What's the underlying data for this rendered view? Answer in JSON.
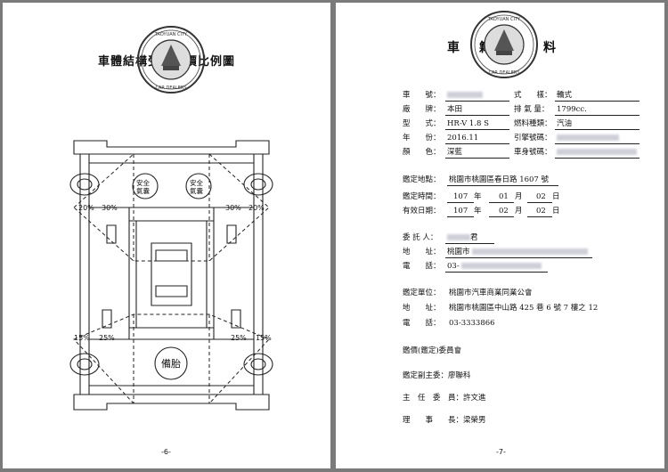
{
  "left_page": {
    "title": "車體結構受損折價比例圖",
    "seal_text": "TAOYUAN CITY CAR DEALERS ASSOCIATION",
    "page_number": "-6-",
    "labels": {
      "airbag_left": "安全氣囊",
      "airbag_right": "安全氣囊",
      "spare_tire": "備胎",
      "pct_front_left_outer": "20%",
      "pct_front_left_inner": "30%",
      "pct_front_right_inner": "30%",
      "pct_front_right_outer": "20%",
      "pct_rear_left_outer": "15%",
      "pct_rear_left_inner": "25%",
      "pct_rear_right_inner": "25%",
      "pct_rear_right_outer": "15%"
    }
  },
  "right_page": {
    "title": "車籍資料",
    "page_number": "-7-",
    "vehicle": {
      "plate_label": "車　　號：",
      "style_label": "式　　樣：",
      "style_value": "轎式",
      "brand_label": "廠　　牌：",
      "brand_value": "本田",
      "displacement_label": "排 氣 量：",
      "displacement_value": "1799cc.",
      "model_label": "型　　式：",
      "model_value": "HR-V 1.8 S",
      "fuel_label": "燃料種類：",
      "fuel_value": "汽油",
      "year_label": "年　　份：",
      "year_value": "2016.11",
      "engine_label": "引擎號碼：",
      "color_label": "顏　　色：",
      "color_value": "深藍",
      "vin_label": "車身號碼："
    },
    "appraisal": {
      "place_label": "鑑定地點：",
      "place_value": "桃園市桃園區春日路 1607 號",
      "time_label": "鑑定時間：",
      "time_year": "107",
      "time_month": "01",
      "time_day": "02",
      "valid_label": "有效日期：",
      "valid_year": "107",
      "valid_month": "02",
      "valid_day": "02",
      "unit_year": "年",
      "unit_month": "月",
      "unit_day": "日"
    },
    "client": {
      "name_label": "委 託 人：",
      "name_suffix": "君",
      "address_label": "地　　址：",
      "address_prefix": "桃園市",
      "phone_label": "電　　話：",
      "phone_prefix": "03-"
    },
    "org": {
      "unit_label": "鑑定單位：",
      "unit_value": "桃園市汽車商業同業公會",
      "address_label": "地　　址：",
      "address_value": "桃園市桃園區中山路 425 巷 6 號 7 樓之 12",
      "phone_label": "電　　話：",
      "phone_value": "03-3333866"
    },
    "committee": {
      "heading": "鑑價(鑑定)委員會",
      "vice_chair": "鑑定副主委：廖聯科",
      "chair": "主　任　委　員：許文進",
      "director": "理　　事　　長：梁榮男"
    }
  }
}
